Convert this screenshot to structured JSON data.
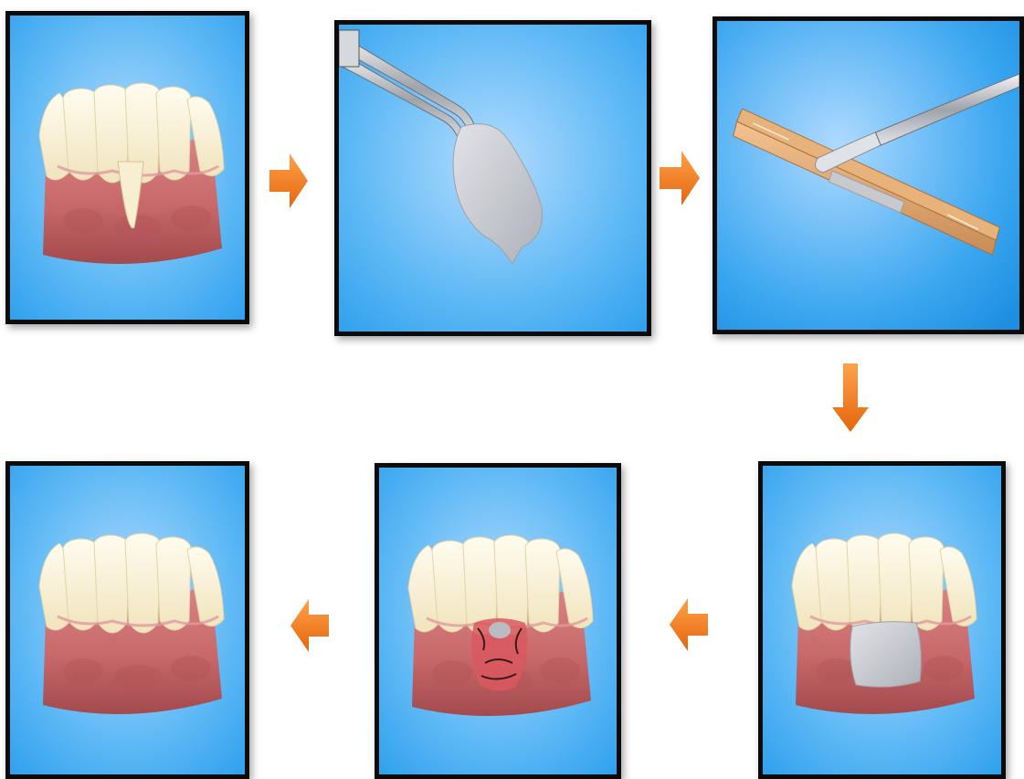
{
  "diagram": {
    "steps": [
      {
        "id": "step-1",
        "subject": "gum-recession"
      },
      {
        "id": "step-2",
        "subject": "harvested-tissue-graft-forceps"
      },
      {
        "id": "step-3",
        "subject": "graft-on-carrier-spatula"
      },
      {
        "id": "step-4",
        "subject": "graft-placed-on-recession"
      },
      {
        "id": "step-5",
        "subject": "graft-sutured-healing"
      },
      {
        "id": "step-6",
        "subject": "healed-gums"
      }
    ],
    "flow": [
      "step-1",
      "step-2",
      "step-3",
      "step-4",
      "step-5",
      "step-6"
    ],
    "colors": {
      "panel_bg_center": "#b3dcff",
      "panel_bg_edge": "#2ea0ee",
      "gum": "#c9686a",
      "gum_dark": "#a54a4c",
      "tooth": "#fbf3dc",
      "graft": "#c7c9ce",
      "arrow": "#f27a1a",
      "border": "#0b0b0b"
    }
  }
}
